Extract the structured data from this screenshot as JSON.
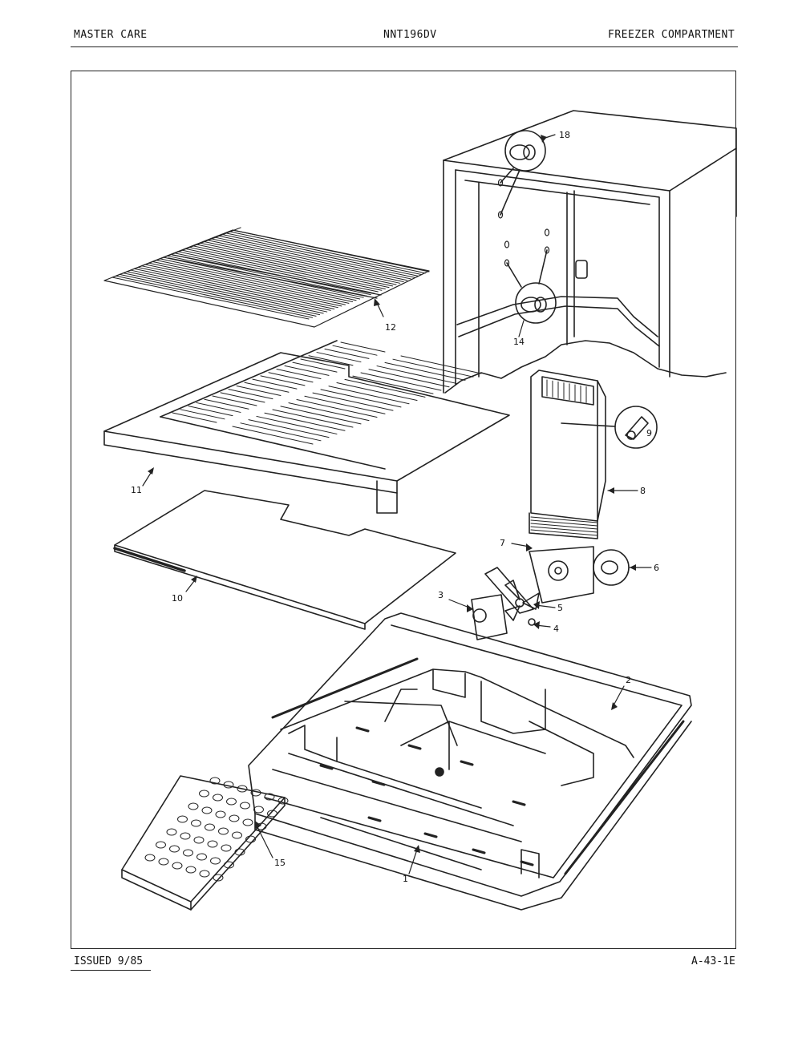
{
  "header": {
    "left": "MASTER CARE",
    "center": "NNT196DV",
    "right": "FREEZER COMPARTMENT"
  },
  "footer": {
    "issued": "ISSUED 9/85",
    "page_code": "A-43-1E"
  },
  "callouts": {
    "c1": "1",
    "c2": "2",
    "c3": "3",
    "c4": "4",
    "c5": "5",
    "c6": "6",
    "c7": "7",
    "c8": "8",
    "c9": "9",
    "c10": "10",
    "c11": "11",
    "c12": "12",
    "c14": "14",
    "c15": "15",
    "c18": "18"
  }
}
